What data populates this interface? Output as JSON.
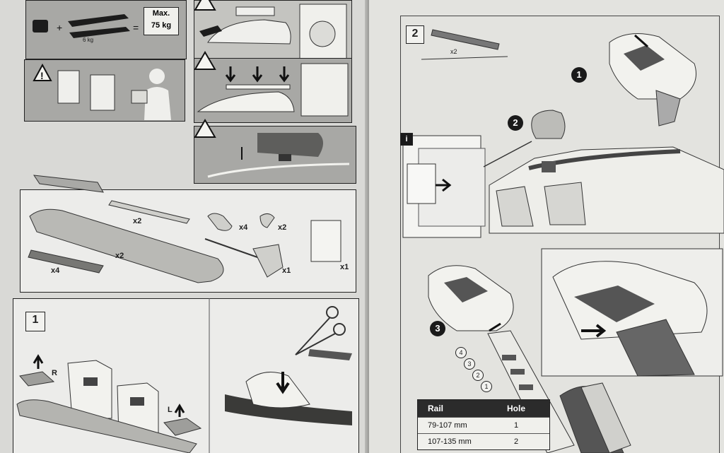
{
  "left_page": {
    "weight_panel": {
      "bar_weight": "6 kg",
      "max_load_line1": "Max.",
      "max_load_line2": "75 kg"
    },
    "parts_panel": {
      "rubber_strip_qty": "x2",
      "roof_bar_qty": "x2",
      "foot_pad_qty": "x4",
      "end_cap_qty": "x4",
      "key_qty": "x2",
      "torque_tool_qty": "x1",
      "manual_qty": "x1"
    },
    "step1": {
      "number": "1",
      "right_label": "R",
      "left_label": "L"
    }
  },
  "right_page": {
    "step2": {
      "number": "2",
      "strip_qty": "x2",
      "info_icon": "i",
      "callouts": [
        "1",
        "2",
        "3"
      ]
    },
    "hole_numbers": [
      "4",
      "3",
      "2",
      "1"
    ],
    "rail_table": {
      "headers": [
        "Rail",
        "Hole"
      ],
      "rows": [
        {
          "rail": "79-107 mm",
          "hole": "1"
        },
        {
          "rail": "107-135 mm",
          "hole": "2"
        }
      ]
    }
  }
}
